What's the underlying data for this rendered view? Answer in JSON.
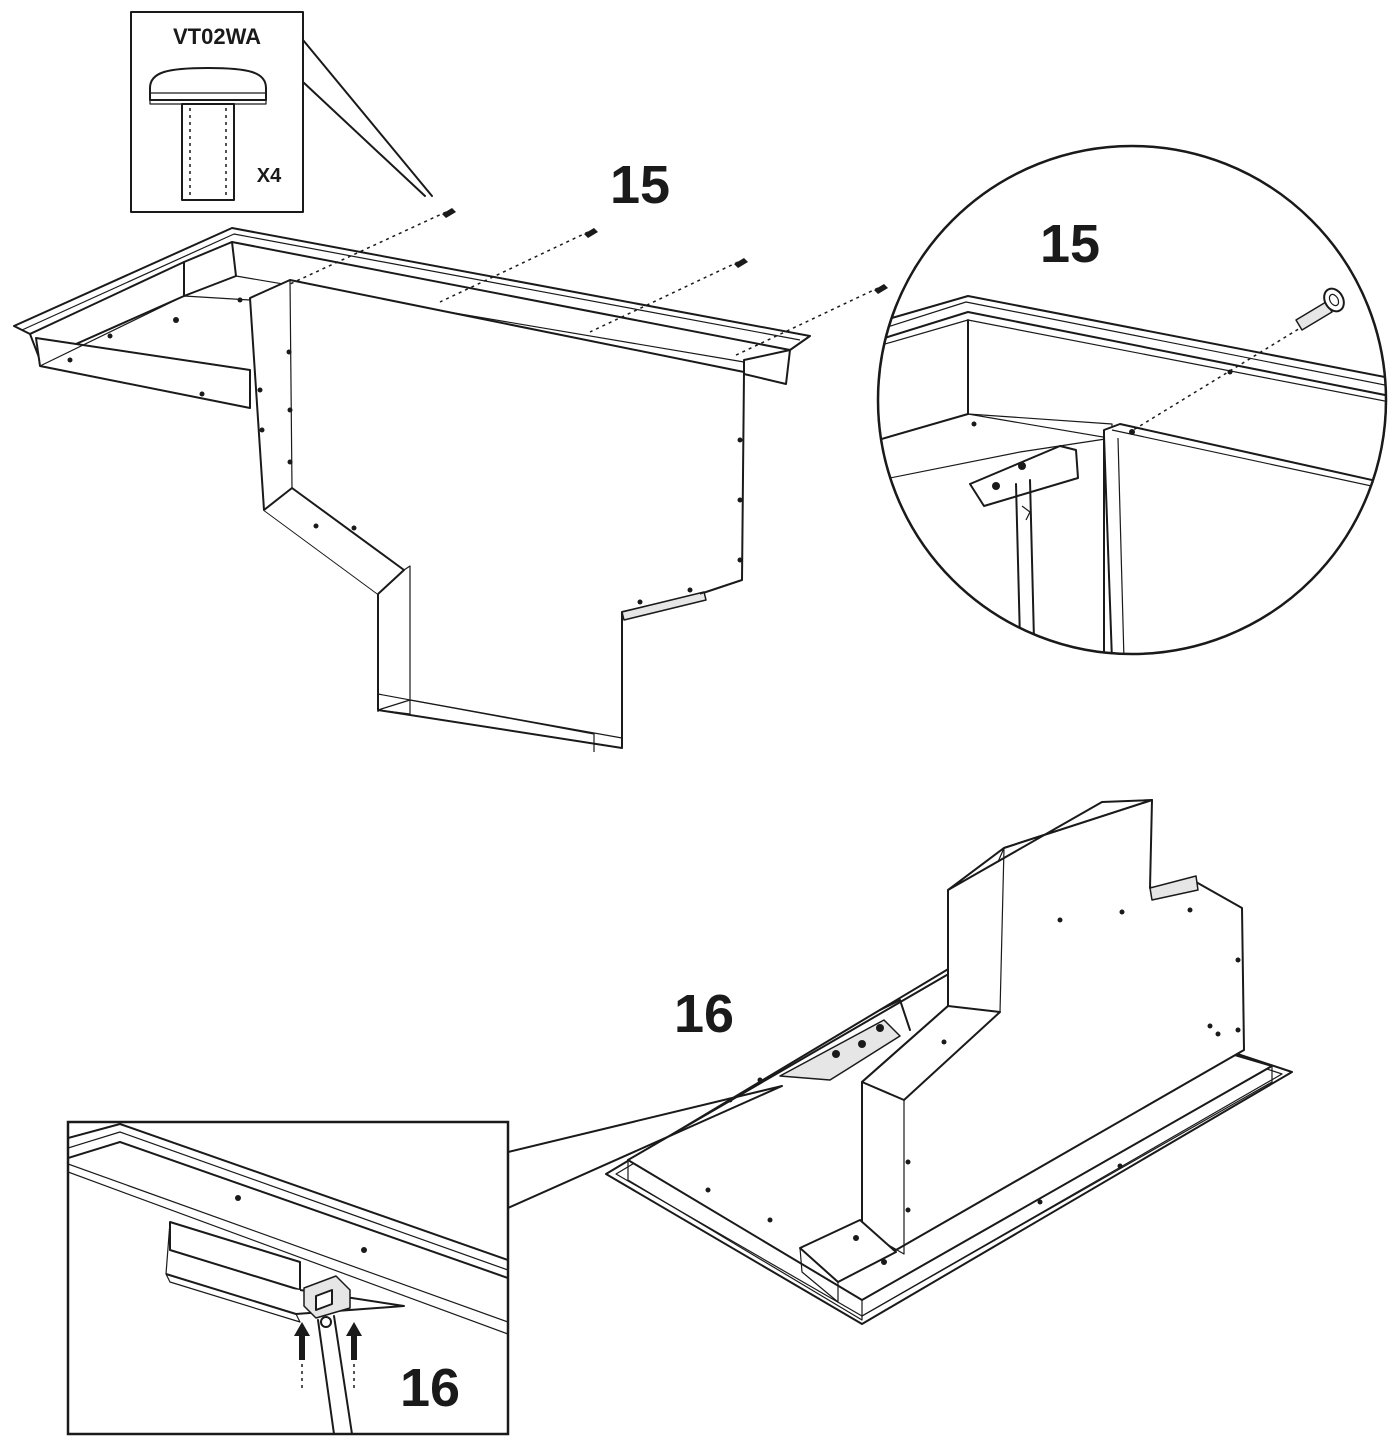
{
  "steps": {
    "step15_main_label": "15",
    "step15_detail_label": "15",
    "step16_main_label": "16",
    "step16_detail_label": "16"
  },
  "part": {
    "code": "VT02WA",
    "quantity": "X4",
    "icon": "screw-icon"
  },
  "colors": {
    "line": "#1a1a1a",
    "background": "#ffffff"
  }
}
